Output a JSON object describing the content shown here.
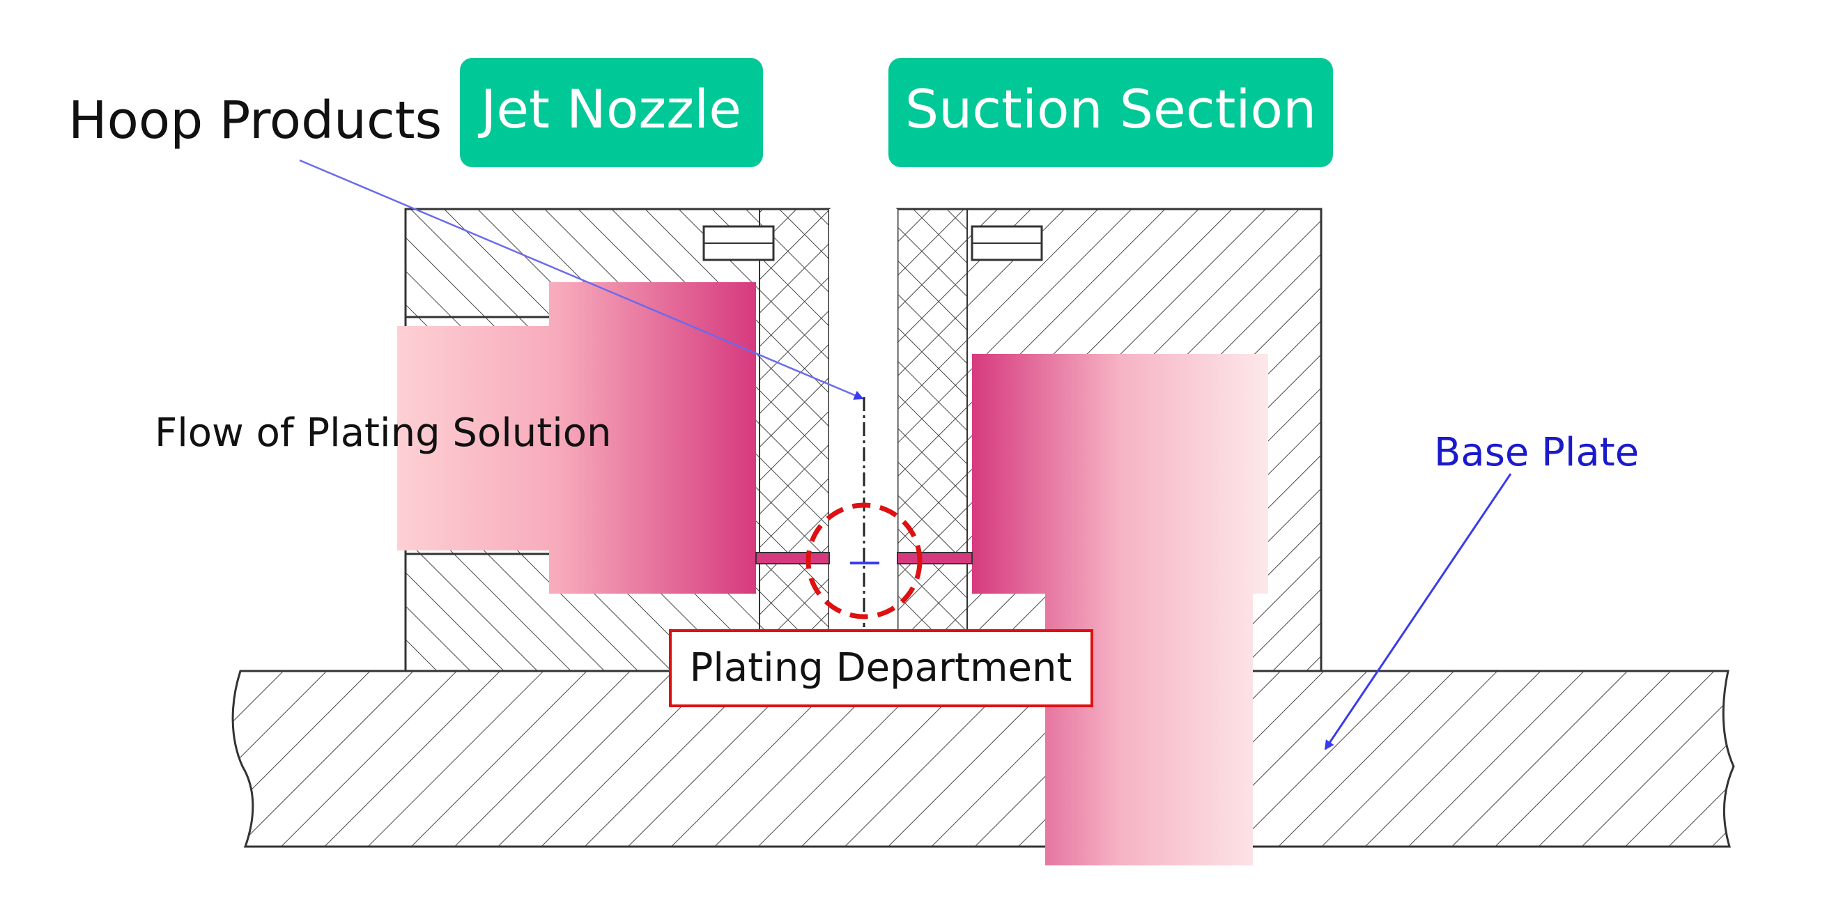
{
  "labels": {
    "hoop_products": "Hoop Products",
    "jet_nozzle": "Jet Nozzle",
    "suction_section": "Suction Section",
    "flow_of_plating_solution": "Flow of Plating Solution",
    "base_plate": "Base Plate",
    "plating_department": "Plating Department"
  },
  "colors": {
    "tag_green": "#00c896",
    "tag_text": "#ffffff",
    "base_plate_text": "#1a1acc",
    "pointer_blue": "#5a5aee",
    "plating_box_border": "#dd1111",
    "dashed_circle": "#dd1111",
    "flow_dark": "#d63a7e",
    "flow_light": "#fdd0d4",
    "hatch_line": "#333333"
  }
}
